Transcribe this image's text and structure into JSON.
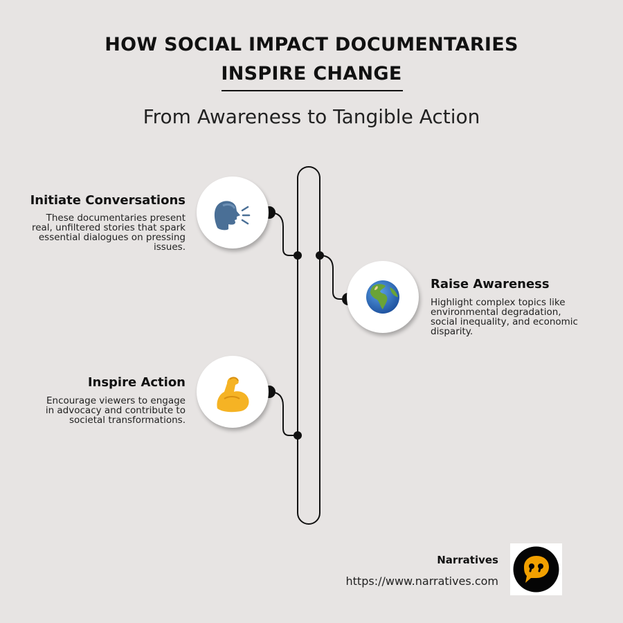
{
  "header": {
    "title_line1": "HOW SOCIAL IMPACT DOCUMENTARIES",
    "title_line2": "INSPIRE CHANGE",
    "subtitle": "From Awareness to Tangible Action"
  },
  "steps": [
    {
      "title": "Initiate Conversations",
      "description": "These documentaries present real, unfiltered stories that spark essential dialogues on pressing issues.",
      "icon": "speaking-head-icon",
      "side": "left"
    },
    {
      "title": "Raise Awareness",
      "description": "Highlight complex topics like environmental degradation, social inequality, and economic disparity.",
      "icon": "globe-icon",
      "side": "right"
    },
    {
      "title": "Inspire Action",
      "description": "Encourage viewers to engage in advocacy and contribute to societal transformations.",
      "icon": "flexed-biceps-icon",
      "side": "left"
    }
  ],
  "footer": {
    "brand": "Narratives",
    "url": "https://www.narratives.com",
    "logo_icon": "speech-bubble-quote-icon"
  },
  "colors": {
    "background": "#e7e4e3",
    "line": "#111111",
    "logo_orange": "#f2a000"
  }
}
